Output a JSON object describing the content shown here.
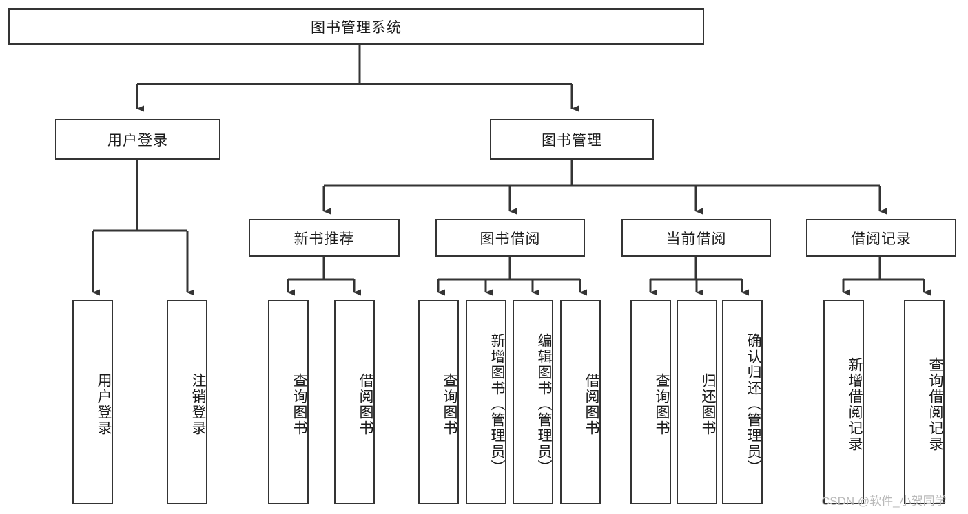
{
  "diagram": {
    "title": "图书管理系统",
    "type": "tree-hierarchy",
    "root": {
      "label": "图书管理系统"
    },
    "level2": [
      {
        "label": "用户登录"
      },
      {
        "label": "图书管理"
      }
    ],
    "level3": [
      {
        "label": "新书推荐"
      },
      {
        "label": "图书借阅"
      },
      {
        "label": "当前借阅"
      },
      {
        "label": "借阅记录"
      }
    ],
    "leaves": {
      "user_login": [
        {
          "label": "用户登录"
        },
        {
          "label": "注销登录"
        }
      ],
      "new_book_recommend": [
        {
          "label": "查询图书"
        },
        {
          "label": "借阅图书"
        }
      ],
      "book_borrow": [
        {
          "label": "查询图书"
        },
        {
          "label": "新增图书（管理员）"
        },
        {
          "label": "编辑图书（管理员）"
        },
        {
          "label": "借阅图书"
        }
      ],
      "current_borrow": [
        {
          "label": "查询图书"
        },
        {
          "label": "归还图书"
        },
        {
          "label": "确认归还（管理员）"
        }
      ],
      "borrow_record": [
        {
          "label": "新增借阅记录"
        },
        {
          "label": "查询借阅记录"
        }
      ]
    }
  },
  "watermark": {
    "text": "CSDN @软件_小贺同学"
  },
  "colors": {
    "stroke": "#343434",
    "background": "#ffffff",
    "text": "#1a1a1a",
    "watermark": "#b9b9b9"
  }
}
